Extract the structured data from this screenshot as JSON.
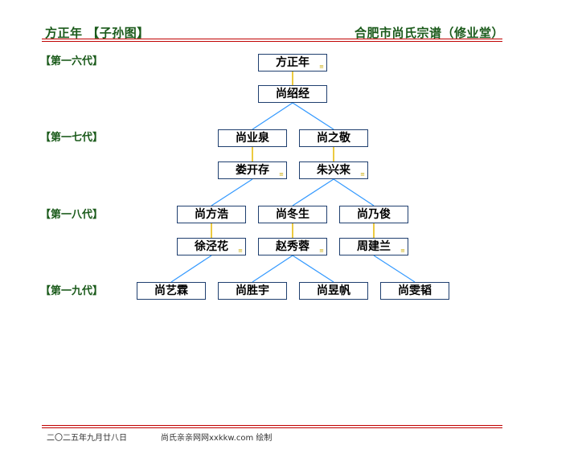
{
  "header": {
    "left_title": "方正年 【子孙图】",
    "right_title": "合肥市尚氏宗谱（修业堂）"
  },
  "generations": [
    "【第一六代】",
    "【第一七代】",
    "【第一八代】",
    "【第一九代】"
  ],
  "persons": {
    "fzn": "方正年",
    "ssj": "尚绍经",
    "syq": "尚业泉",
    "szj": "尚之敬",
    "lkc": "娄开存",
    "zxl": "朱兴来",
    "sfh": "尚方浩",
    "sds": "尚冬生",
    "snj": "尚乃俊",
    "xjh": "徐泾花",
    "zxr": "赵秀蓉",
    "zjl": "周建兰",
    "syl": "尚艺霖",
    "ssy": "尚胜宇",
    "syf": "尚昱帆",
    "sxt": "尚雯韬"
  },
  "line_colors": {
    "child": "#3399ff",
    "spouse": "#e6b800"
  },
  "footer": {
    "date": "二〇二五年九月廿八日",
    "credit": "尚氏亲亲网网xxkkw.com 绘制"
  }
}
